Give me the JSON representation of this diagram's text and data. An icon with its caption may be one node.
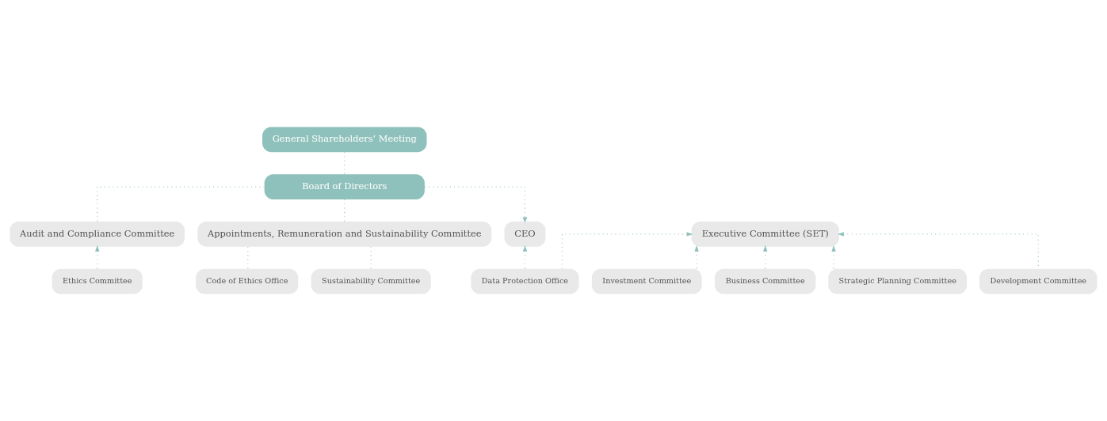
{
  "diagram": {
    "nodes": [
      {
        "text": [
          "General Shareholders’ Meeting"
        ]
      },
      {
        "text": [
          "Board of Directors"
        ]
      },
      {
        "text": [
          "Appointments, Remuneration and Sustainability Committee"
        ]
      },
      {
        "text": [
          "CEO"
        ]
      },
      {
        "text": [
          "Audit and Compliance Committee"
        ]
      },
      {
        "text": [
          "Executive Committee (SET)"
        ]
      },
      {
        "text": [
          "Code of Ethics Office"
        ]
      },
      {
        "text": [
          "Sustainability Committee"
        ]
      },
      {
        "text": [
          "Investment Committee"
        ]
      },
      {
        "text": [
          "Business Committee"
        ]
      },
      {
        "text": [
          "Strategic Planning Committee"
        ]
      },
      {
        "text": [
          "Development Committee"
        ]
      },
      {
        "text": [
          "Data Protection Office"
        ]
      },
      {
        "text": [
          "Ethics Committee"
        ]
      }
    ],
    "edges": [
      {
        "from": 0,
        "to": 1,
        "arrow": "none"
      },
      {
        "from": 1,
        "to": 2,
        "arrow": "none"
      },
      {
        "from": 1,
        "to": 3,
        "arrow": "to"
      },
      {
        "from": 1,
        "to": 4,
        "arrow": "none"
      },
      {
        "from": 2,
        "to": 6,
        "arrow": "none"
      },
      {
        "from": 2,
        "to": 7,
        "arrow": "none"
      },
      {
        "from": 8,
        "to": 5,
        "arrow": "to"
      },
      {
        "from": 9,
        "to": 5,
        "arrow": "to"
      },
      {
        "from": 10,
        "to": 5,
        "arrow": "to"
      },
      {
        "from": 11,
        "to": 5,
        "arrow": "to"
      },
      {
        "from": 12,
        "to": 3,
        "arrow": "to"
      },
      {
        "from": 12,
        "to": 5,
        "arrow": "to"
      },
      {
        "from": 13,
        "to": 4,
        "arrow": "to"
      }
    ]
  }
}
